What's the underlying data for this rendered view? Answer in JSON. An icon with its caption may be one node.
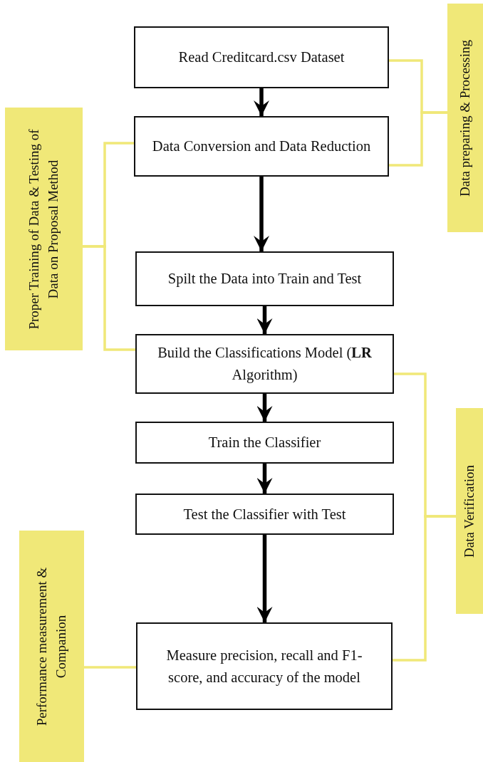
{
  "diagram": {
    "nodes": [
      {
        "text": [
          "Read Creditcard.csv Dataset"
        ]
      },
      {
        "text": [
          "Data Conversion and Data Reduction"
        ]
      },
      {
        "text": [
          "Spilt the Data into Train and Test"
        ]
      },
      {
        "text": [
          "Build the Classifications Model (**LR** Algorithm)"
        ]
      },
      {
        "text": [
          "Train the Classifier"
        ]
      },
      {
        "text": [
          "Test the Classifier with Test"
        ]
      },
      {
        "text": [
          "Measure precision, recall and F1-score, and accuracy of the model"
        ]
      },
      {
        "text": [
          "Data preparing & Processing"
        ]
      },
      {
        "text": [
          "Proper Training of Data & Testing of Data on Proposal Method"
        ]
      },
      {
        "text": [
          "Data Verification"
        ]
      },
      {
        "text": [
          "Performance measurement & Companion"
        ]
      }
    ],
    "edges": [
      {
        "from": 0,
        "to": 1,
        "arrow": "to",
        "color": "#000000"
      },
      {
        "from": 1,
        "to": 2,
        "arrow": "to",
        "color": "#000000"
      },
      {
        "from": 2,
        "to": 3,
        "arrow": "to",
        "color": "#000000"
      },
      {
        "from": 3,
        "to": 4,
        "arrow": "to",
        "color": "#000000"
      },
      {
        "from": 4,
        "to": 5,
        "arrow": "to",
        "color": "#000000"
      },
      {
        "from": 5,
        "to": 6,
        "arrow": "to",
        "color": "#000000"
      },
      {
        "from": 7,
        "to": 0,
        "arrow": "none"
      },
      {
        "from": 7,
        "to": 1,
        "arrow": "none"
      },
      {
        "from": 8,
        "to": 1,
        "arrow": "none"
      },
      {
        "from": 8,
        "to": 3,
        "arrow": "none"
      },
      {
        "from": 9,
        "to": 3,
        "arrow": "none"
      },
      {
        "from": 9,
        "to": 6,
        "arrow": "none"
      },
      {
        "from": 10,
        "to": 6,
        "arrow": "none"
      }
    ]
  }
}
